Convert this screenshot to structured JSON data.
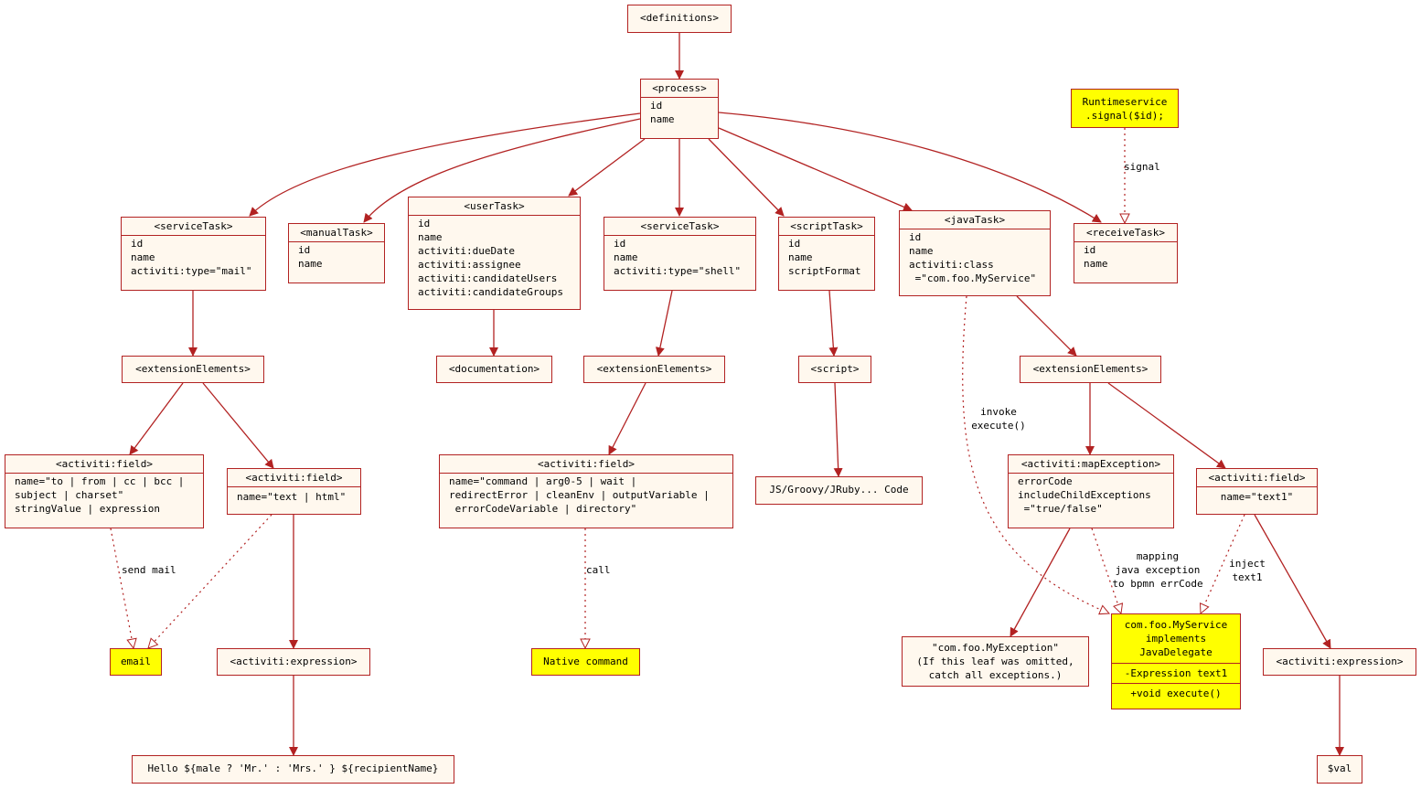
{
  "nodes": {
    "definitions": {
      "title": "<definitions>"
    },
    "process": {
      "title": "<process>",
      "rows": [
        "id",
        "name"
      ]
    },
    "service_mail": {
      "title": "<serviceTask>",
      "rows": [
        "id",
        "name",
        "activiti:type=\"mail\""
      ]
    },
    "manual": {
      "title": "<manualTask>",
      "rows": [
        "id",
        "name"
      ]
    },
    "user": {
      "title": "<userTask>",
      "rows": [
        "id",
        "name",
        "activiti:dueDate",
        "activiti:assignee",
        "activiti:candidateUsers",
        "activiti:candidateGroups"
      ]
    },
    "service_shell": {
      "title": "<serviceTask>",
      "rows": [
        "id",
        "name",
        "activiti:type=\"shell\""
      ]
    },
    "script_task": {
      "title": "<scriptTask>",
      "rows": [
        "id",
        "name",
        "scriptFormat"
      ]
    },
    "java_task": {
      "title": "<javaTask>",
      "rows": [
        "id",
        "name",
        "activiti:class",
        " =\"com.foo.MyService\""
      ]
    },
    "receive": {
      "title": "<receiveTask>",
      "rows": [
        "id",
        "name"
      ]
    },
    "runtime": {
      "rows": [
        "Runtimeservice",
        ".signal($id);"
      ]
    },
    "ext1": {
      "title": "<extensionElements>"
    },
    "documentation": {
      "title": "<documentation>"
    },
    "ext2": {
      "title": "<extensionElements>"
    },
    "script": {
      "title": "<script>"
    },
    "ext3": {
      "title": "<extensionElements>"
    },
    "field_mail": {
      "title": "<activiti:field>",
      "rows": [
        "name=\"to | from | cc | bcc |",
        "subject | charset\"",
        "stringValue | expression"
      ]
    },
    "field_text": {
      "title": "<activiti:field>",
      "rows": [
        "name=\"text | html\""
      ]
    },
    "field_cmd": {
      "title": "<activiti:field>",
      "rows": [
        "name=\"command | arg0-5 | wait |",
        "redirectError | cleanEnv | outputVariable |",
        " errorCodeVariable | directory\""
      ]
    },
    "code": {
      "title": "JS/Groovy/JRuby... Code"
    },
    "map_exc": {
      "title": "<activiti:mapException>",
      "rows": [
        "errorCode",
        "includeChildExceptions",
        " =\"true/false\""
      ]
    },
    "field_text1": {
      "title": "<activiti:field>",
      "rows": [
        "name=\"text1\""
      ]
    },
    "email": {
      "title": "email"
    },
    "expr1": {
      "title": "<activiti:expression>"
    },
    "native": {
      "title": "Native command"
    },
    "my_exc": {
      "rows": [
        "\"com.foo.MyException\"",
        "(If this leaf was omitted,",
        "catch all exceptions.)"
      ]
    },
    "my_service": {
      "rows": [
        "com.foo.MyService",
        "implements",
        "JavaDelegate"
      ],
      "attr": "-Expression text1",
      "method": "+void execute()"
    },
    "expr2": {
      "title": "<activiti:expression>"
    },
    "hello": {
      "title": "Hello ${male ? 'Mr.' : 'Mrs.' } ${recipientName}"
    },
    "val": {
      "title": "$val"
    }
  },
  "labels": {
    "signal": "signal",
    "send_mail": "send mail",
    "call": "call",
    "invoke": "invoke\nexecute()",
    "mapping": "mapping\njava exception\nto bpmn errCode",
    "inject": "inject\ntext1"
  },
  "colors": {
    "stroke": "#b22222",
    "node_fill": "#fff8ee",
    "highlight_fill": "#ffff00"
  }
}
